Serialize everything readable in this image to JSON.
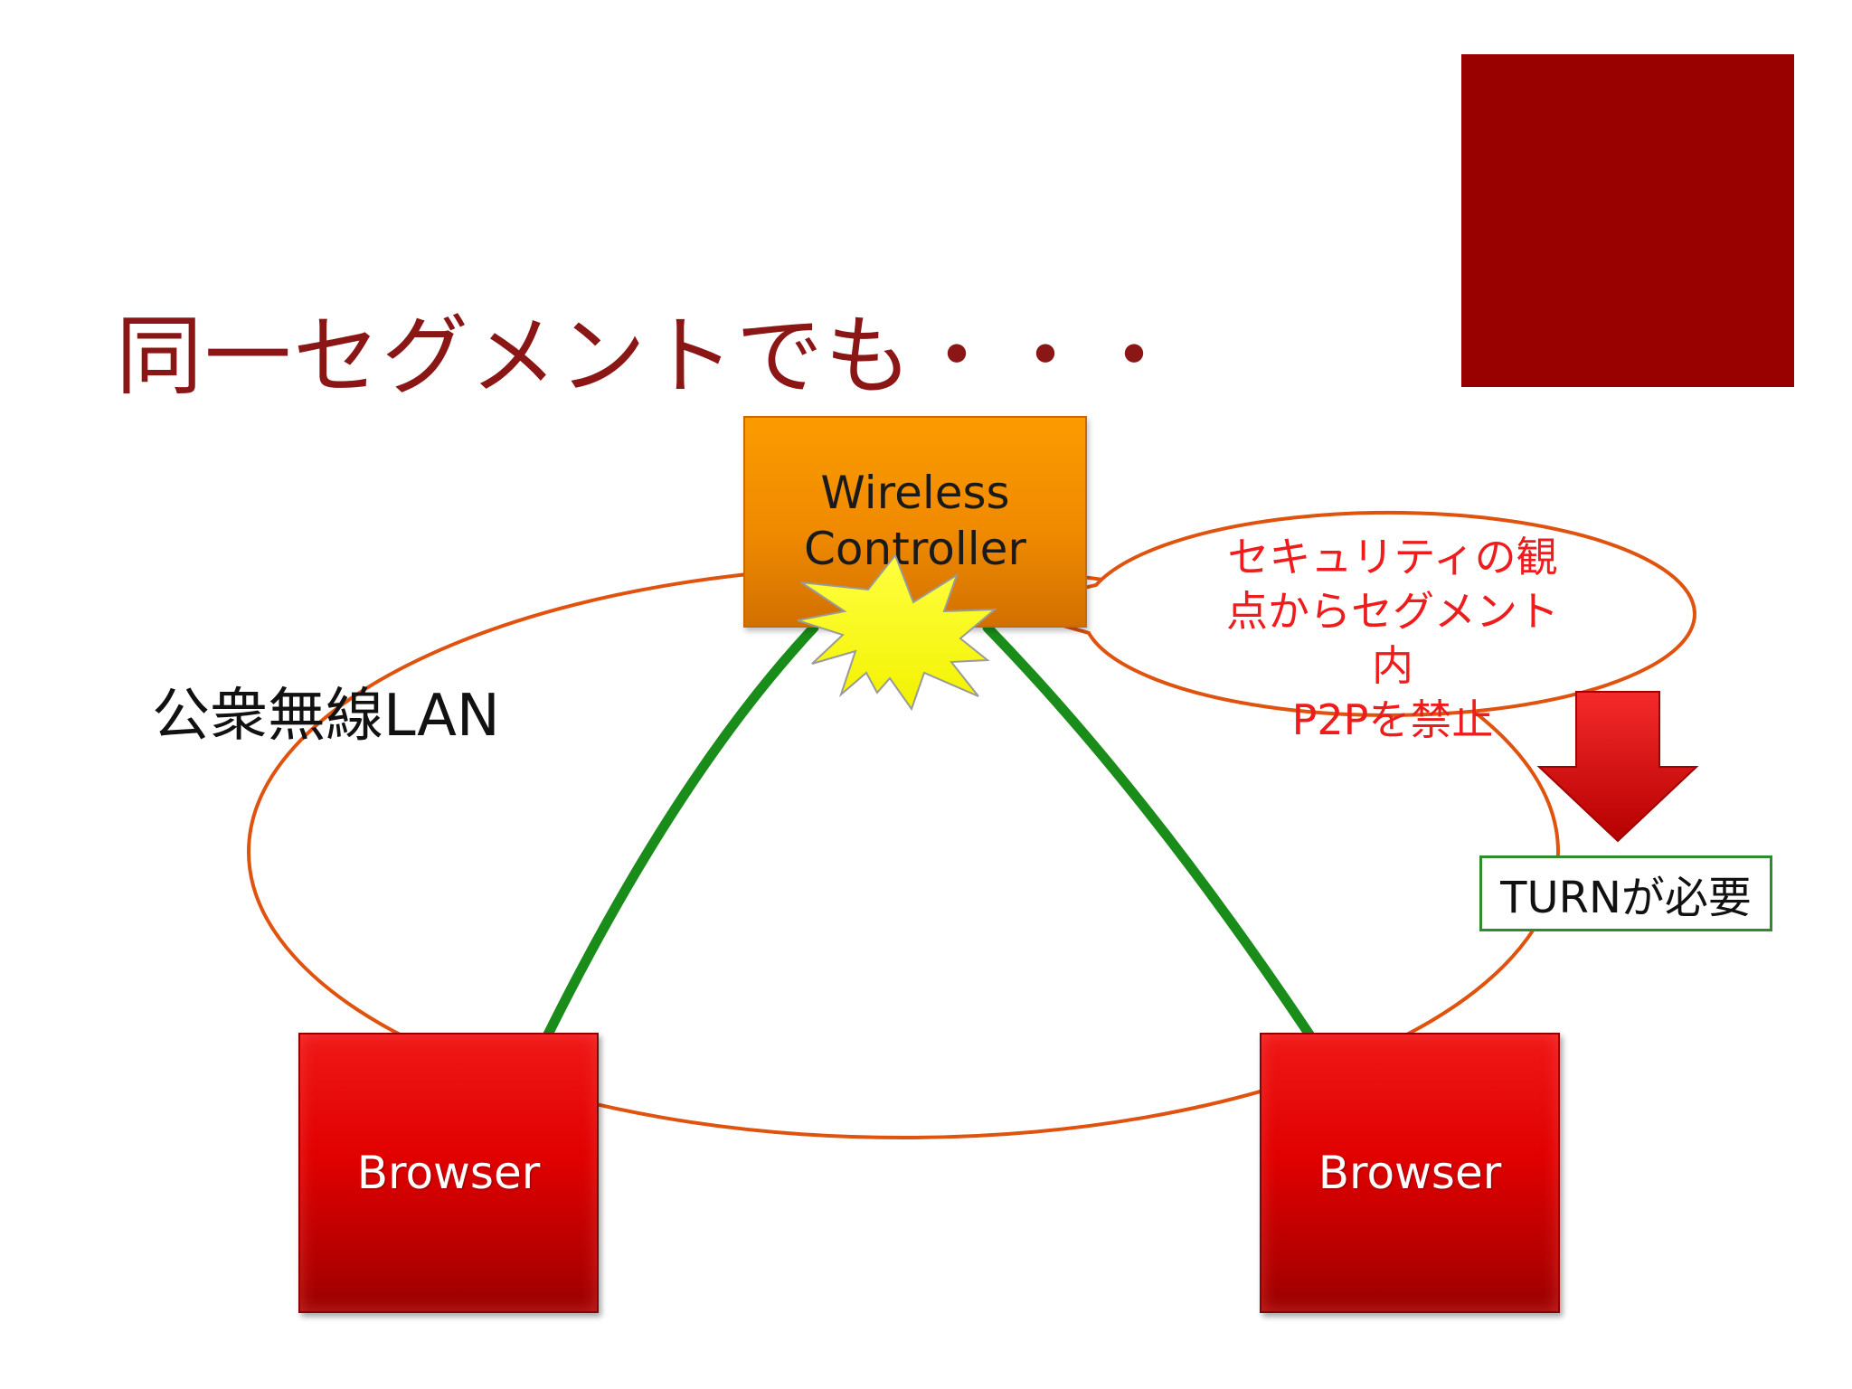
{
  "slide": {
    "title": "同一セグメントでも・・・",
    "lan_label": "公衆無線LAN",
    "controller_label": "Wireless\nController",
    "bubble_lines": [
      "セキュリティの観",
      "点からセグメント",
      "内",
      "P2Pを禁止"
    ],
    "turn_label": "TURNが必要",
    "browser_left_label": "Browser",
    "browser_right_label": "Browser"
  },
  "colors": {
    "title": "#8a1616",
    "accent_square": "#990000",
    "ellipse_stroke": "#e0530f",
    "controller_fill": "#f39200",
    "browser_fill": "#d80000",
    "arrow_green": "#1a8c1a",
    "bubble_text": "#ee1c1c",
    "down_arrow": "#d31b1b",
    "turn_border": "#2e8b2e",
    "burst_fill": "#ffff26"
  },
  "icons": [
    "explosion-burst-icon",
    "down-arrow-icon"
  ]
}
